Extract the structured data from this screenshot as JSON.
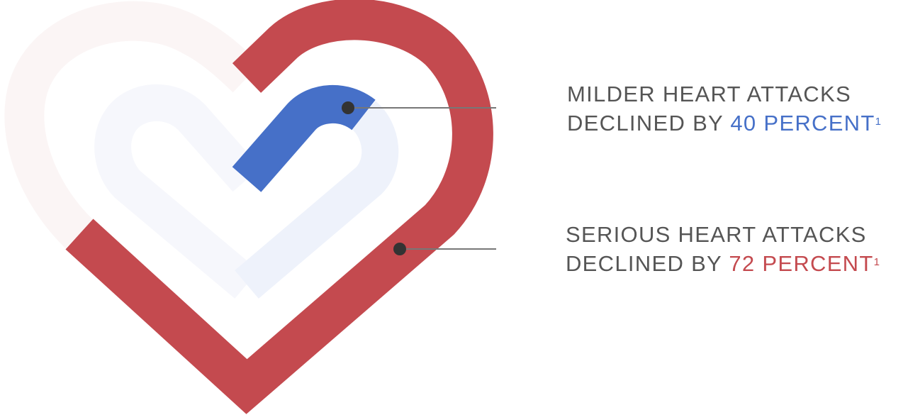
{
  "colors": {
    "red": "#c44a4f",
    "blue": "#4670c8",
    "text": "#555555",
    "pale_red": "#fbf5f5",
    "pale_blue": "#f1f4fb"
  },
  "callouts": [
    {
      "line1": "MILDER HEART ATTACKS",
      "line2_prefix": "DECLINED BY ",
      "highlight": "40 PERCENT",
      "footnote": "1",
      "value_percent": 40
    },
    {
      "line1": "SERIOUS HEART ATTACKS",
      "line2_prefix": "DECLINED BY ",
      "highlight": "72 PERCENT",
      "footnote": "1",
      "value_percent": 72
    }
  ]
}
